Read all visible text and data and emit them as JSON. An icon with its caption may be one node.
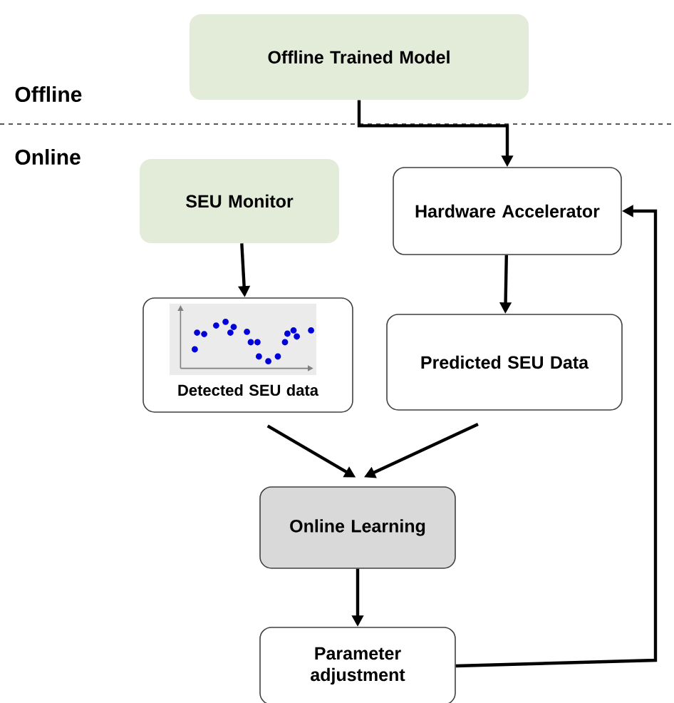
{
  "diagram": {
    "nodes": [
      {
        "text": [
          "Offline Trained Model"
        ]
      },
      {
        "text": [
          "SEU Monitor"
        ]
      },
      {
        "text": [
          "Detected SEU data"
        ]
      },
      {
        "text": [
          "Hardware Accelerator"
        ]
      },
      {
        "text": [
          "Predicted SEU Data"
        ]
      },
      {
        "text": [
          "Online Learning"
        ]
      },
      {
        "text": [
          "Parameter adjustment"
        ]
      }
    ],
    "edges": [
      {
        "from": 0,
        "to": 3,
        "arrow": "to"
      },
      {
        "from": 1,
        "to": 2,
        "arrow": "to"
      },
      {
        "from": 3,
        "to": 4,
        "arrow": "to"
      },
      {
        "from": 2,
        "to": 5,
        "arrow": "to"
      },
      {
        "from": 4,
        "to": 5,
        "arrow": "to"
      },
      {
        "from": 5,
        "to": 6,
        "arrow": "to"
      },
      {
        "from": 6,
        "to": 3,
        "arrow": "to"
      }
    ],
    "labels": [
      "Offline",
      "Online"
    ]
  }
}
